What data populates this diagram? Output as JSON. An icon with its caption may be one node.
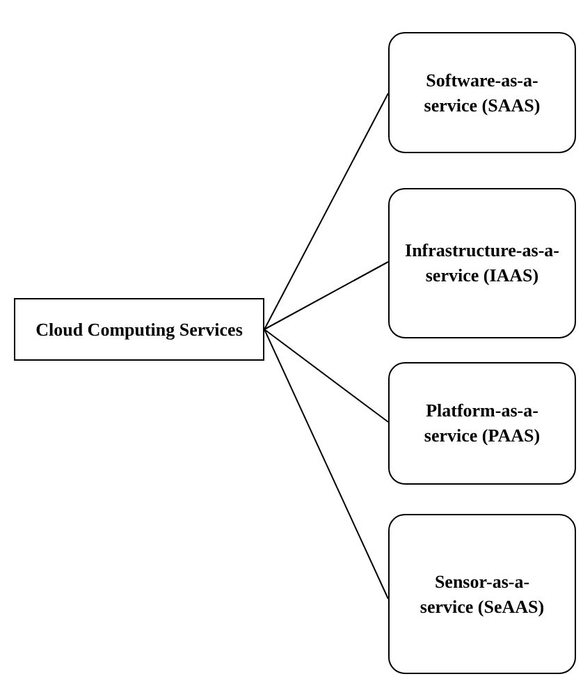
{
  "diagram": {
    "nodes": [
      {
        "text": [
          "Cloud Computing Services"
        ]
      },
      {
        "text": [
          "Software-as-a-service (SAAS)"
        ]
      },
      {
        "text": [
          "Infrastructure-as-a-service (IAAS)"
        ]
      },
      {
        "text": [
          "Platform-as-a-service (PAAS)"
        ]
      },
      {
        "text": [
          "Sensor-as-a-service (SeAAS)"
        ]
      }
    ],
    "edges": [
      {
        "from": 0,
        "to": 1,
        "arrow": "none"
      },
      {
        "from": 0,
        "to": 2,
        "arrow": "none"
      },
      {
        "from": 0,
        "to": 3,
        "arrow": "none"
      },
      {
        "from": 0,
        "to": 4,
        "arrow": "none"
      }
    ]
  }
}
